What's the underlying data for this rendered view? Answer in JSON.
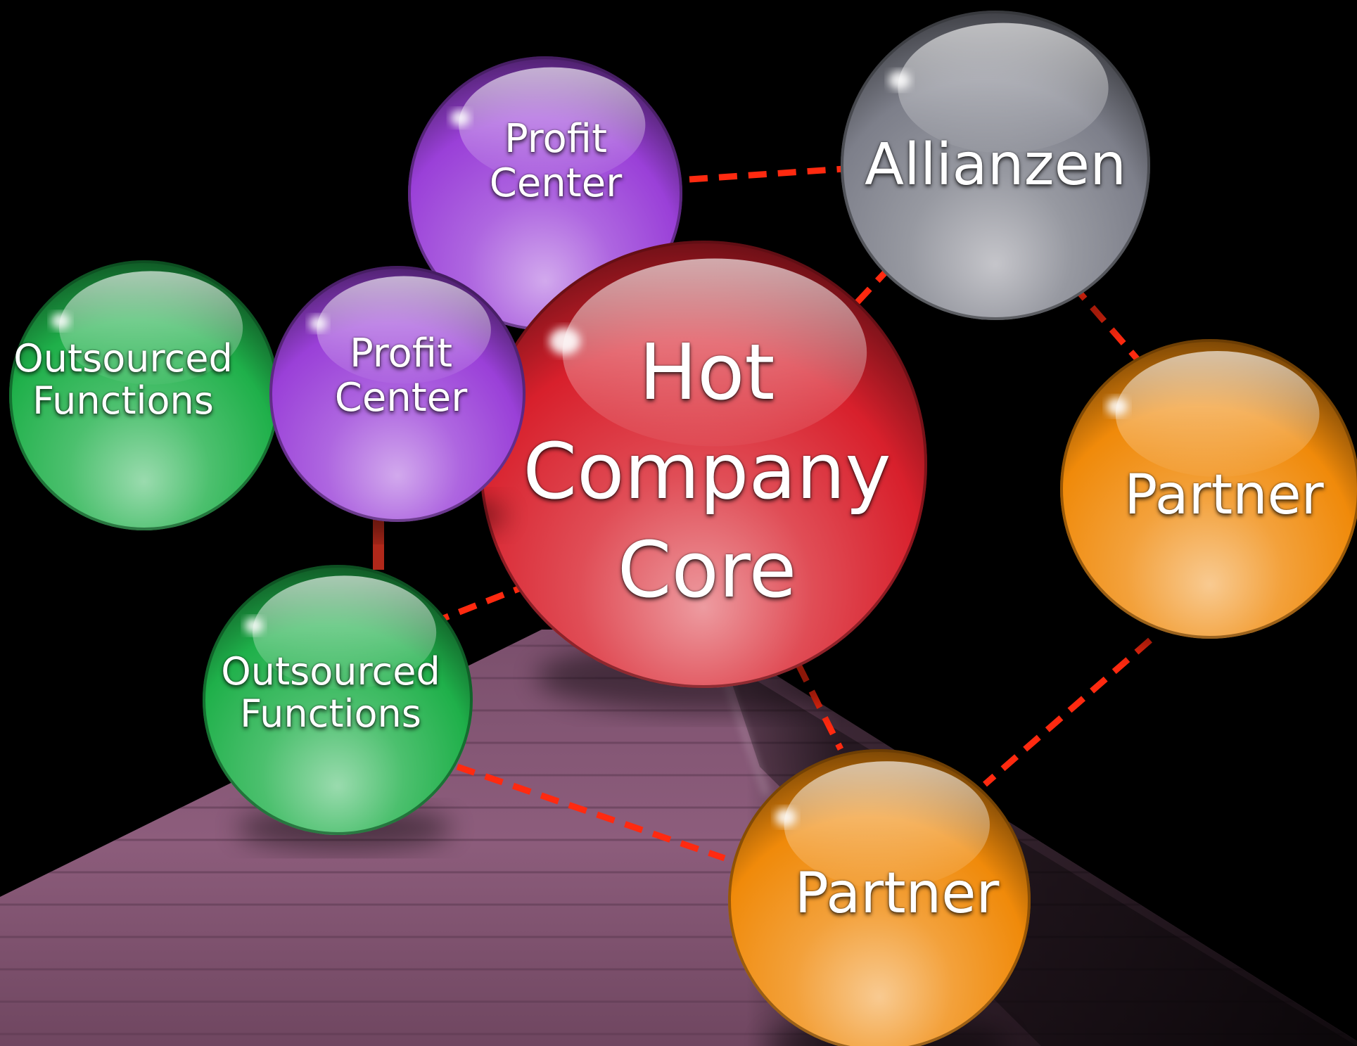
{
  "diagram": {
    "nodes": [
      {
        "id": "core",
        "lines": [
          "Hot",
          "Company",
          "Core"
        ],
        "color": "#d8202c"
      },
      {
        "id": "profit_top",
        "lines": [
          "Profit",
          "Center"
        ],
        "color": "#9a40d8"
      },
      {
        "id": "profit_mid",
        "lines": [
          "Profit",
          "Center"
        ],
        "color": "#9a40d8"
      },
      {
        "id": "out_left",
        "lines": [
          "Outsourced",
          "Functions"
        ],
        "color": "#1fb04a"
      },
      {
        "id": "out_bottom",
        "lines": [
          "Outsourced",
          "Functions"
        ],
        "color": "#1fb04a"
      },
      {
        "id": "allianzen",
        "lines": [
          "Allianzen"
        ],
        "color": "#7d7f8a"
      },
      {
        "id": "partner_right",
        "lines": [
          "Partner"
        ],
        "color": "#f08a0a"
      },
      {
        "id": "partner_bottom",
        "lines": [
          "Partner"
        ],
        "color": "#f08a0a"
      }
    ],
    "connections": [
      {
        "from": "profit_top",
        "to": "allianzen",
        "style": "dashed"
      },
      {
        "from": "allianzen",
        "to": "core",
        "style": "dashed"
      },
      {
        "from": "allianzen",
        "to": "partner_right",
        "style": "dashed"
      },
      {
        "from": "partner_right",
        "to": "partner_bottom",
        "style": "dashed"
      },
      {
        "from": "core",
        "to": "partner_bottom",
        "style": "dashed"
      },
      {
        "from": "core",
        "to": "out_bottom",
        "style": "dashed"
      },
      {
        "from": "out_bottom",
        "to": "partner_bottom",
        "style": "dashed"
      },
      {
        "from": "profit_mid",
        "to": "out_bottom",
        "style": "solid"
      }
    ],
    "connector_color": "#ff2a10",
    "floor_color": "#8a5a78",
    "background_color": "#000000"
  }
}
